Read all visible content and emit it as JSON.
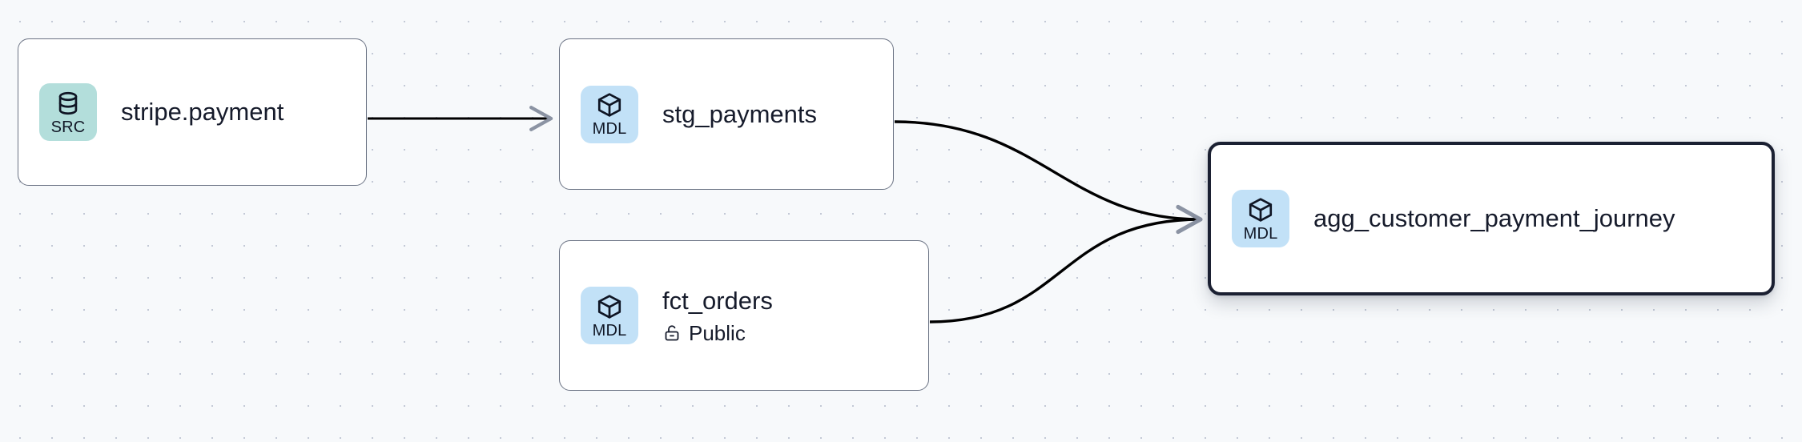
{
  "graph": {
    "title": "data lineage graph",
    "background_color": "#f7f9fb",
    "grid_dot_color": "#c3c9d6",
    "edge_color": "#000000",
    "arrowhead_color": "#8b93a3",
    "selected_border_color": "#1b2032",
    "node_border_color": "#6b7384"
  },
  "nodes": [
    {
      "id": "stripe-payment",
      "label": "stripe.payment",
      "badge": "SRC",
      "badge_icon": "database-icon",
      "badge_color": "#b3dedb",
      "selected": false,
      "subtitle": null,
      "subtitle_icon": null
    },
    {
      "id": "stg-payments",
      "label": "stg_payments",
      "badge": "MDL",
      "badge_icon": "cube-icon",
      "badge_color": "#c2e1f7",
      "selected": false,
      "subtitle": null,
      "subtitle_icon": null
    },
    {
      "id": "fct-orders",
      "label": "fct_orders",
      "badge": "MDL",
      "badge_icon": "cube-icon",
      "badge_color": "#c2e1f7",
      "selected": false,
      "subtitle": "Public",
      "subtitle_icon": "unlock-icon"
    },
    {
      "id": "agg-customer-payment-journey",
      "label": "agg_customer_payment_journey",
      "badge": "MDL",
      "badge_icon": "cube-icon",
      "badge_color": "#c2e1f7",
      "selected": true,
      "subtitle": null,
      "subtitle_icon": null
    }
  ],
  "edges": [
    {
      "id": "edge-stripe-to-stg",
      "from": "stripe-payment",
      "to": "stg-payments",
      "style": "straight"
    },
    {
      "id": "edge-stg-to-agg",
      "from": "stg-payments",
      "to": "agg-customer-payment-journey",
      "style": "bezier"
    },
    {
      "id": "edge-fct-to-agg",
      "from": "fct-orders",
      "to": "agg-customer-payment-journey",
      "style": "bezier"
    }
  ]
}
